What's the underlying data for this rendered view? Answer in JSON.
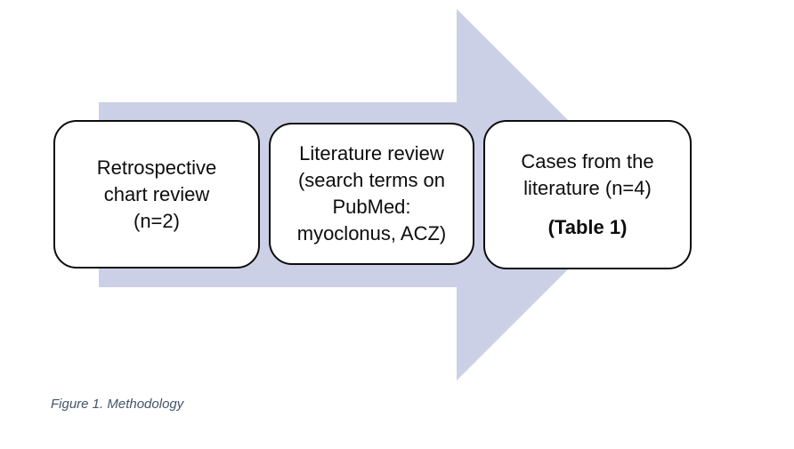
{
  "figure": {
    "caption": "Figure 1. Methodology"
  },
  "boxes": [
    {
      "id": "retrospective-chart-review",
      "lines": [
        "Retrospective",
        "chart review",
        "(n=2)"
      ]
    },
    {
      "id": "literature-review",
      "lines": [
        "Literature review",
        "(search terms on",
        "PubMed:",
        "myoclonus, ACZ)"
      ]
    },
    {
      "id": "cases-from-literature",
      "lines": [
        "Cases from the",
        "literature (n=4)"
      ],
      "note": "(Table 1)"
    }
  ],
  "colors": {
    "arrow_fill": "#CBD0E6",
    "box_border": "#0D0D0D",
    "box_text": "#0D0D0D",
    "caption_text": "#44546A"
  }
}
